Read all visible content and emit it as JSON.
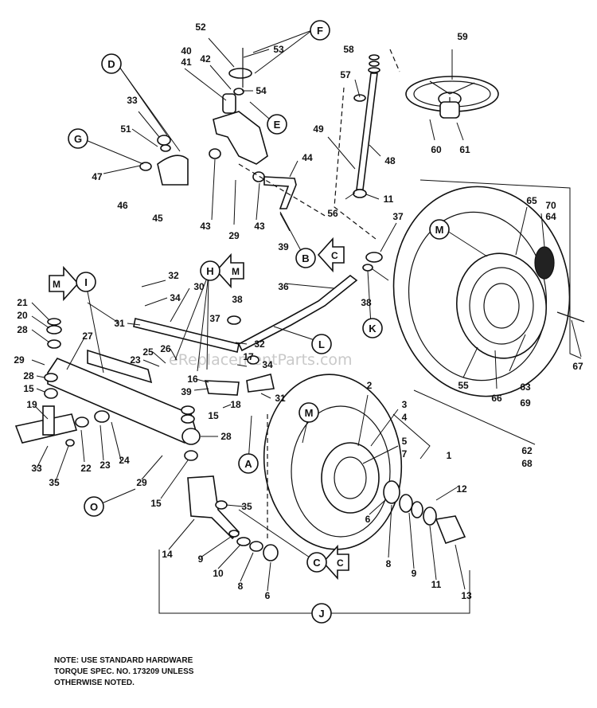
{
  "watermark": "eReplacementParts.com",
  "note_lines": [
    "NOTE: USE STANDARD HARDWARE",
    "TORQUE SPEC.  NO. 173209 UNLESS",
    "OTHERWISE NOTED."
  ],
  "circle_callouts": {
    "F": "F",
    "D": "D",
    "E": "E",
    "G": "G",
    "B": "B",
    "K": "K",
    "H": "H",
    "I": "I",
    "L": "L",
    "M1": "M",
    "M2": "M",
    "A": "A",
    "O": "O",
    "C": "C",
    "J": "J"
  },
  "arrow_callouts": {
    "M_left": "M",
    "M_center": "M",
    "C_top": "C",
    "C_bottom": "C"
  },
  "part_numbers": {
    "p52": "52",
    "p53": "53",
    "p40": "40",
    "p41": "41",
    "p42": "42",
    "p54": "54",
    "p33a": "33",
    "p51": "51",
    "p47": "47",
    "p46": "46",
    "p45": "45",
    "p43a": "43",
    "p29a": "29",
    "p43b": "43",
    "p44": "44",
    "p39a": "39",
    "p58": "58",
    "p57": "57",
    "p59": "59",
    "p49": "49",
    "p48": "48",
    "p60": "60",
    "p61": "61",
    "p56": "56",
    "p11a": "11",
    "p37a": "37",
    "p38a": "38",
    "p65": "65",
    "p70": "70",
    "p64": "64",
    "p67": "67",
    "p55": "55",
    "p66": "66",
    "p63": "63",
    "p69": "69",
    "p62": "62",
    "p68": "68",
    "p32a": "32",
    "p34a": "34",
    "p30": "30",
    "p38b": "38",
    "p36": "36",
    "p31a": "31",
    "p21": "21",
    "p20": "20",
    "p28a": "28",
    "p27": "27",
    "p29b": "29",
    "p28b": "28",
    "p15a": "15",
    "p23a": "23",
    "p25": "25",
    "p26": "26",
    "p16": "16",
    "p37b": "37",
    "p32b": "32",
    "p34b": "34",
    "p31b": "31",
    "p39b": "39",
    "p18": "18",
    "p15b": "15",
    "p17": "17",
    "p19": "19",
    "p22": "22",
    "p23b": "23",
    "p24": "24",
    "p33b": "33",
    "p35a": "35",
    "p28c": "28",
    "p29c": "29",
    "p15c": "15",
    "p14": "14",
    "p35b": "35",
    "p9a": "9",
    "p10": "10",
    "p8a": "8",
    "p6a": "6",
    "p2": "2",
    "p3": "3",
    "p4": "4",
    "p5": "5",
    "p7": "7",
    "p1": "1",
    "p6b": "6",
    "p12": "12",
    "p8b": "8",
    "p9b": "9",
    "p11b": "11",
    "p13": "13"
  }
}
